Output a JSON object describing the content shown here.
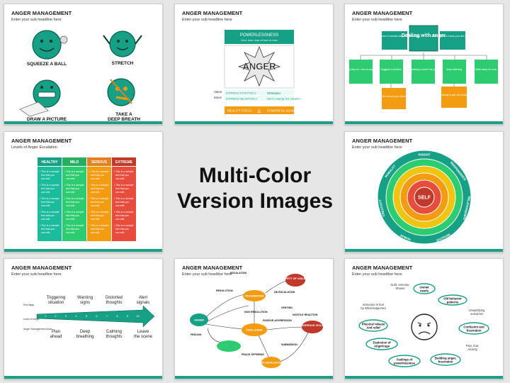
{
  "slides": {
    "s1": {
      "title": "ANGER MANAGEMENT",
      "subtitle": "Enter your sub headline here",
      "labels": [
        "SQUEEZE A BALL",
        "STRETCH",
        "DRAW A PICTURE",
        "TAKE A",
        "DEEP BREATH"
      ]
    },
    "s2": {
      "title": "ANGER MANAGEMENT",
      "subtitle": "Enter your sub headline here",
      "box_top": "POWERLESSNESS",
      "box_top_sub": "Hurt, loss, fear of hurt or loss",
      "burst": "ANGER",
      "row1_label": "Value",
      "row2_label": "Move",
      "row1_left": "EXPRESS POSITIVELY",
      "row1_right": "Strategies",
      "row2_left": "EXPRESS NEGATIVELY",
      "row2_right": "Not to change the situation",
      "bottom_left": "REALITY FEELS",
      "bottom_right": "POWERFUL AGAIN"
    },
    "s3": {
      "title": "ANGER MANAGEMENT",
      "subtitle": "Enter your sub headline here",
      "center": "Dealing with anger",
      "left": "Tell the person in words why you are angry",
      "right": "Let the person know you are listening",
      "row": [
        "Ask why he / she is angry",
        "Suggest a solution",
        "Do something to solve the problem",
        "Keep listening",
        "Walk away for now"
      ],
      "low_left": "Think about your choices",
      "low_right": "Do something to get rid of the tension"
    },
    "s4": {
      "title": "ANGER MANAGEMENT",
      "subtitle": "Levels of Anger Escalation",
      "columns": [
        "HEALTHY",
        "MILD",
        "SERIOUS",
        "EXTREME"
      ],
      "cell_line1": "This is a sample",
      "cell_line2": "text that you",
      "cell_line3": "can edit."
    },
    "s6": {
      "title": "ANGER MANAGEMENT",
      "subtitle": "Enter your sub headline here",
      "center": "SELF",
      "outer": [
        "INSIGHT",
        "INDEPENDENCE",
        "RELATIONSHIPS",
        "INITIATIVE",
        "HUMOR",
        "CREATIVITY",
        "MORALITY"
      ]
    },
    "s7": {
      "title": "ANGER MANAGEMENT",
      "subtitle": "Enter your sub headline here",
      "left_labels": [
        "Red flags",
        "Level of anger",
        "Anger Management tools"
      ],
      "numbers": [
        "1",
        "2",
        "3",
        "4",
        "5",
        "6",
        "7",
        "8",
        "9",
        "10"
      ],
      "top": [
        "Triggering situation",
        "Warning signs",
        "Distorted thoughts",
        "Alert signals"
      ],
      "bottom": [
        "Plan ahead",
        "Deep breathing",
        "Calming thoughts",
        "Leave the scene"
      ]
    },
    "s8": {
      "title": "ANGER MANAGEMENT",
      "subtitle": "Enter your sub headline here",
      "nodes": [
        "ANGER",
        "FRAGMENTED",
        "CHALLENGE",
        "SAFETY OF VIOLENT",
        "DANGEROUS VIOLENT",
        "DE-ESCALATION"
      ],
      "words": [
        "ESCALATION",
        "DE-ESCALATION",
        "RESOLUTION",
        "NON RESOLUTION",
        "VENTING",
        "HOSTILE REACTION",
        "PASSIVE-AGGRESSION",
        "SUBMISSION",
        "PEACE OFFERING",
        "FEELING"
      ]
    },
    "s9": {
      "title": "ANGER MANAGEMENT",
      "subtitle": "Enter your sub headline here",
      "nodes": [
        "Unmet needs",
        "Old behavior patterns",
        "Confusion and frustration",
        "Building anger, frustration",
        "Feelings of powerlessness",
        "Explosion of Anger/rage",
        "Physical release And relief"
      ],
      "notes": [
        "Guilt, remorse, Shame",
        "Someone is hurt by What happened",
        "Unsatisfying outcomes",
        "Pain, fear, Anxiety"
      ]
    }
  },
  "center_caption": [
    "Multi-Color",
    "Version Images"
  ]
}
